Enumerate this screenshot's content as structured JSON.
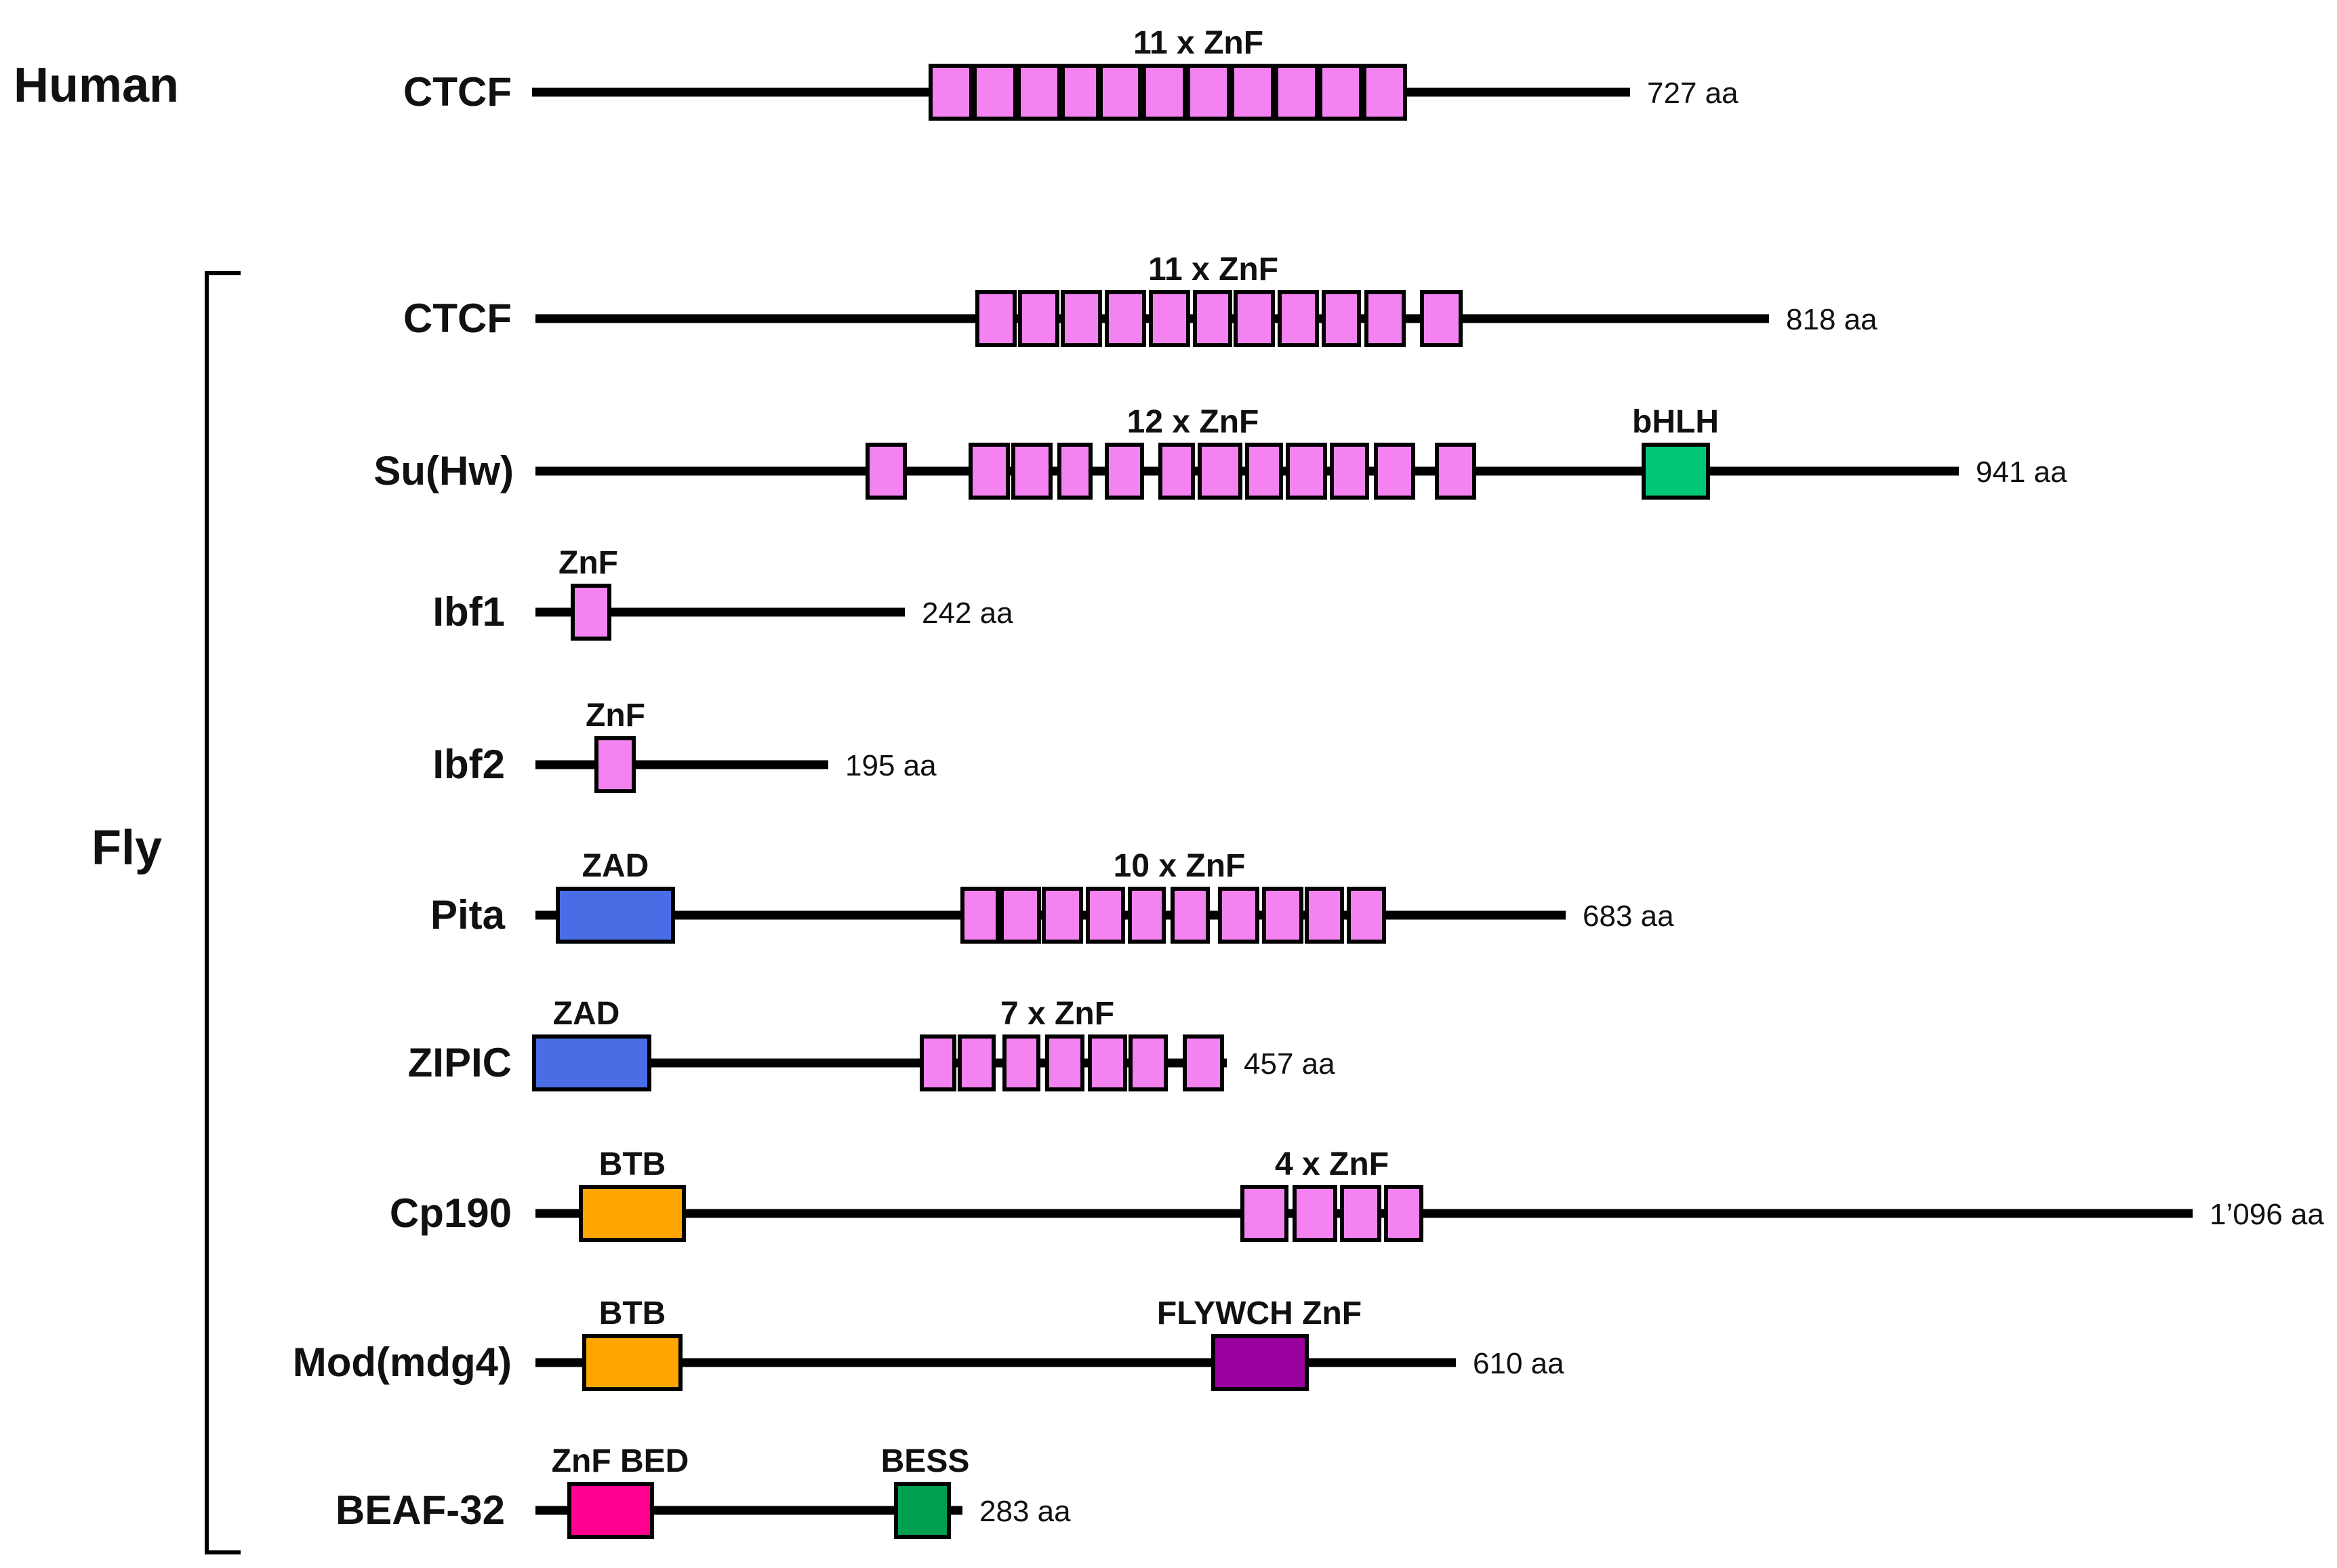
{
  "groups": {
    "human": "Human",
    "fly": "Fly"
  },
  "colors": {
    "znf": "#F482F0",
    "bhlh": "#00C878",
    "zad": "#4A6DE5",
    "btb": "#FFA500",
    "flywch": "#9A009E",
    "znf_bed": "#FF0090",
    "bess": "#00A050"
  },
  "proteins": [
    {
      "key": "human-ctcf",
      "name": "CTCF",
      "length": "727 aa",
      "segments": [
        {
          "kind": "znf",
          "count": 11,
          "label": "11 x ZnF"
        }
      ]
    },
    {
      "key": "fly-ctcf",
      "name": "CTCF",
      "length": "818 aa",
      "segments": [
        {
          "kind": "znf",
          "count": 11,
          "label": "11 x ZnF"
        }
      ]
    },
    {
      "key": "su-hw",
      "name": "Su(Hw)",
      "length": "941 aa",
      "segments": [
        {
          "kind": "znf",
          "count": 12,
          "label": "12 x ZnF"
        },
        {
          "kind": "bhlh",
          "label": "bHLH"
        }
      ]
    },
    {
      "key": "ibf1",
      "name": "Ibf1",
      "length": "242 aa",
      "segments": [
        {
          "kind": "znf",
          "count": 1,
          "label": "ZnF"
        }
      ]
    },
    {
      "key": "ibf2",
      "name": "Ibf2",
      "length": "195 aa",
      "segments": [
        {
          "kind": "znf",
          "count": 1,
          "label": "ZnF"
        }
      ]
    },
    {
      "key": "pita",
      "name": "Pita",
      "length": "683 aa",
      "segments": [
        {
          "kind": "zad",
          "label": "ZAD"
        },
        {
          "kind": "znf",
          "count": 10,
          "label": "10 x ZnF"
        }
      ]
    },
    {
      "key": "zipic",
      "name": "ZIPIC",
      "length": "457 aa",
      "segments": [
        {
          "kind": "zad",
          "label": "ZAD"
        },
        {
          "kind": "znf",
          "count": 7,
          "label": "7 x ZnF"
        }
      ]
    },
    {
      "key": "cp190",
      "name": "Cp190",
      "length": "1’096 aa",
      "segments": [
        {
          "kind": "btb",
          "label": "BTB"
        },
        {
          "kind": "znf",
          "count": 4,
          "label": "4 x ZnF"
        }
      ]
    },
    {
      "key": "mod-mdg4",
      "name": "Mod(mdg4)",
      "length": "610 aa",
      "segments": [
        {
          "kind": "btb",
          "label": "BTB"
        },
        {
          "kind": "flywch",
          "label": "FLYWCH ZnF"
        }
      ]
    },
    {
      "key": "beaf-32",
      "name": "BEAF-32",
      "length": "283 aa",
      "segments": [
        {
          "kind": "znf_bed",
          "label": "ZnF BED"
        },
        {
          "kind": "bess",
          "label": "BESS"
        }
      ]
    }
  ]
}
